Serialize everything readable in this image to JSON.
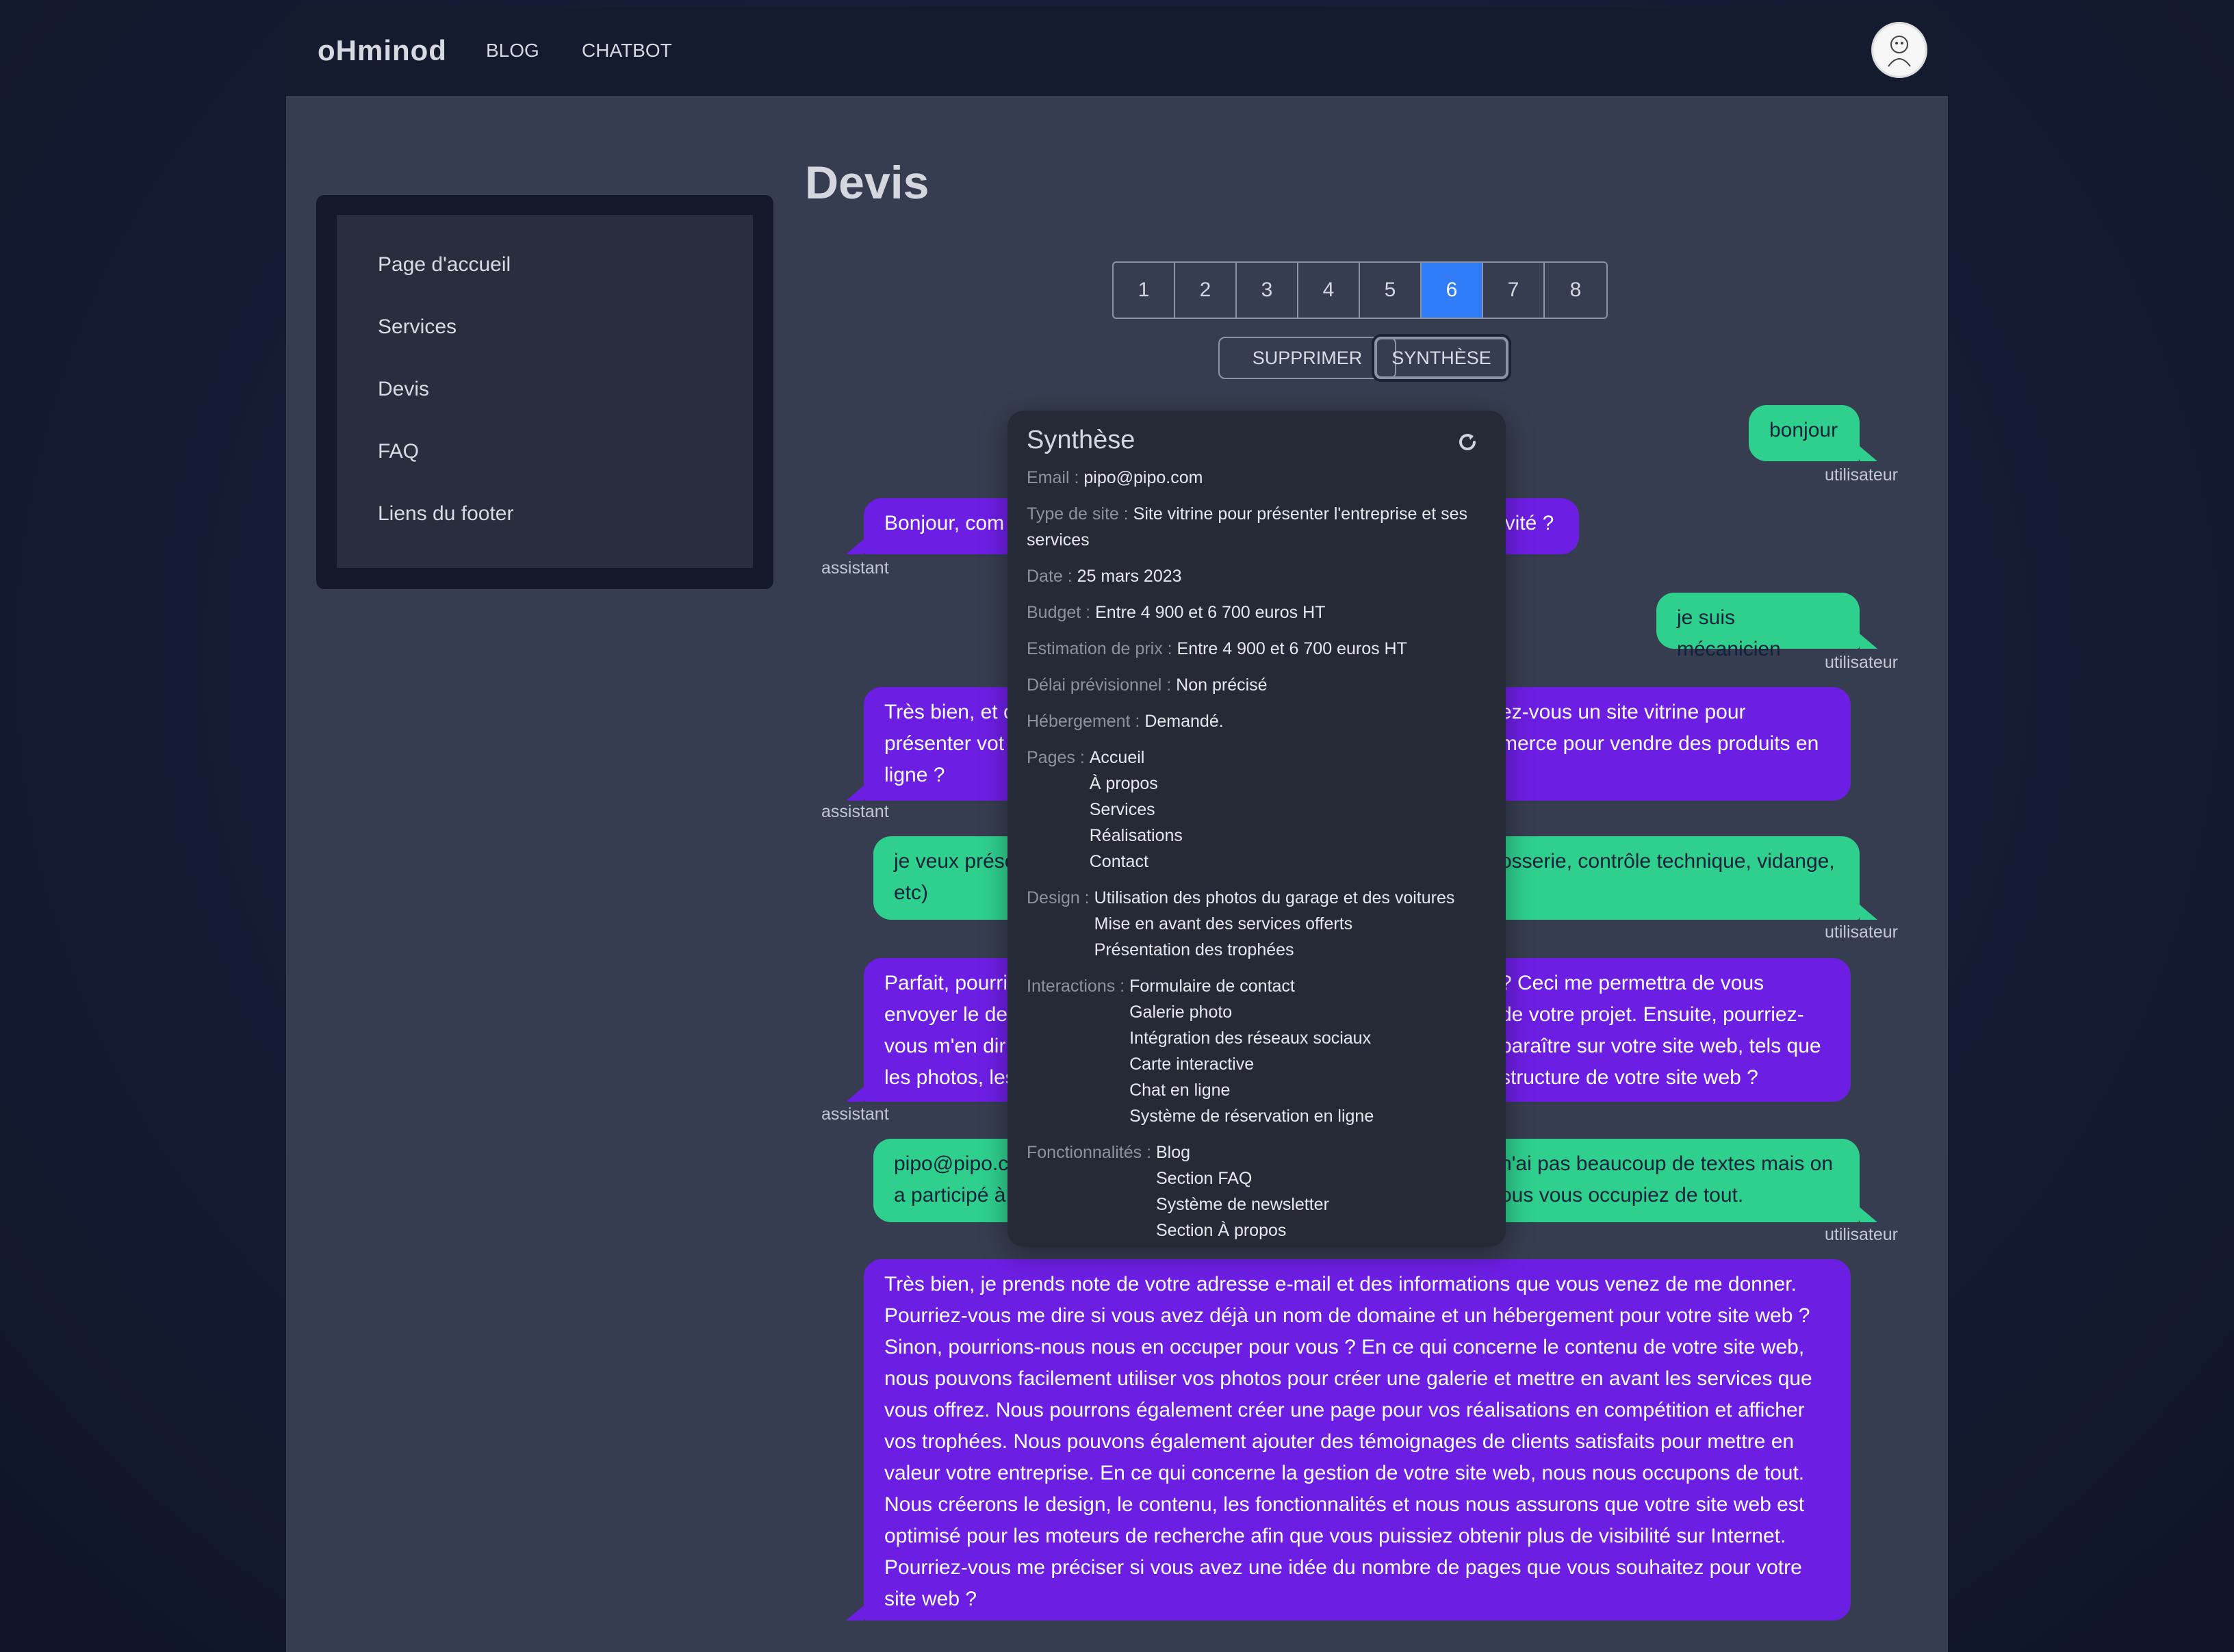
{
  "header": {
    "logo": "oHminod",
    "nav": [
      {
        "label": "BLOG"
      },
      {
        "label": "CHATBOT"
      }
    ]
  },
  "sidebar": {
    "items": [
      {
        "label": "Page d'accueil"
      },
      {
        "label": "Services"
      },
      {
        "label": "Devis"
      },
      {
        "label": "FAQ"
      },
      {
        "label": "Liens du footer"
      }
    ]
  },
  "main": {
    "title": "Devis",
    "pages": [
      "1",
      "2",
      "3",
      "4",
      "5",
      "6",
      "7",
      "8"
    ],
    "active_page": "6",
    "delete_label": "SUPPRIMER",
    "synth_label": "SYNTHÈSE"
  },
  "chat": {
    "messages": [
      {
        "role": "utilisateur",
        "text": "bonjour"
      },
      {
        "role": "assistant",
        "text_left": "Bonjour, com",
        "text_right": "ivité ?"
      },
      {
        "role": "utilisateur",
        "text": "je suis mécanicien"
      },
      {
        "role": "assistant",
        "lines_left": [
          "Très bien, et c",
          "présenter vot",
          "ligne ?"
        ],
        "lines_right": [
          "ez-vous un site vitrine pour",
          "merce pour vendre des produits en"
        ]
      },
      {
        "role": "utilisateur",
        "lines_left": [
          "je veux prése",
          "etc)"
        ],
        "lines_right": [
          "osserie, contrôle technique, vidange,"
        ]
      },
      {
        "role": "assistant",
        "lines_left": [
          "Parfait, pourri",
          "envoyer le de",
          "vous m'en dir",
          "les photos, les"
        ],
        "lines_right": [
          "? Ceci me permettra de vous",
          "de votre projet. Ensuite, pourriez-",
          "paraître sur votre site web, tels que",
          "structure de votre site web ?"
        ]
      },
      {
        "role": "utilisateur",
        "lines_left": [
          "pipo@pipo.c",
          "a participé à"
        ],
        "lines_right": [
          "n'ai pas beaucoup de textes mais on",
          "ous vous occupiez de tout."
        ]
      },
      {
        "role": "assistant",
        "text": "Très bien, je prends note de votre adresse e-mail et des informations que vous venez de me donner. Pourriez-vous me dire si vous avez déjà un nom de domaine et un hébergement pour votre site web ? Sinon, pourrions-nous nous en occuper pour vous ? En ce qui concerne le contenu de votre site web, nous pouvons facilement utiliser vos photos pour créer une galerie et mettre en avant les services que vous offrez. Nous pourrons également créer une page pour vos réalisations en compétition et afficher vos trophées. Nous pouvons également ajouter des témoignages de clients satisfaits pour mettre en valeur votre entreprise. En ce qui concerne la gestion de votre site web, nous nous occupons de tout. Nous créerons le design, le contenu, les fonctionnalités et nous nous assurons que votre site web est optimisé pour les moteurs de recherche afin que vous puissiez obtenir plus de visibilité sur Internet. Pourriez-vous me préciser si vous avez une idée du nombre de pages que vous souhaitez pour votre site web ?"
      }
    ]
  },
  "synthesis": {
    "title": "Synthèse",
    "email": {
      "label": "Email :",
      "value": "pipo@pipo.com"
    },
    "site_type": {
      "label": "Type de site :",
      "value": "Site vitrine pour présenter l'entreprise et ses services"
    },
    "date": {
      "label": "Date :",
      "value": "25 mars 2023"
    },
    "budget": {
      "label": "Budget :",
      "value": "Entre 4 900 et 6 700 euros HT"
    },
    "estimate": {
      "label": "Estimation de prix :",
      "value": "Entre 4 900 et 6 700 euros HT"
    },
    "deadline": {
      "label": "Délai prévisionnel :",
      "value": "Non précisé"
    },
    "hosting": {
      "label": "Hébergement :",
      "value": "Demandé."
    },
    "pages": {
      "label": "Pages :",
      "values": [
        "Accueil",
        "À propos",
        "Services",
        "Réalisations",
        "Contact"
      ]
    },
    "design": {
      "label": "Design :",
      "values": [
        "Utilisation des photos du garage et des voitures",
        "Mise en avant des services offerts",
        "Présentation des trophées"
      ]
    },
    "interactions": {
      "label": "Interactions :",
      "values": [
        "Formulaire de contact",
        "Galerie photo",
        "Intégration des réseaux sociaux",
        "Carte interactive",
        "Chat en ligne",
        "Système de réservation en ligne"
      ]
    },
    "features": {
      "label": "Fonctionnalités :",
      "values": [
        "Blog",
        "Section FAQ",
        "Système de newsletter",
        "Section À propos"
      ]
    }
  },
  "colors": {
    "accent_blue": "#2f7cf6",
    "user_bubble": "#2fcf8d",
    "assistant_bubble": "#6d1ee3"
  }
}
